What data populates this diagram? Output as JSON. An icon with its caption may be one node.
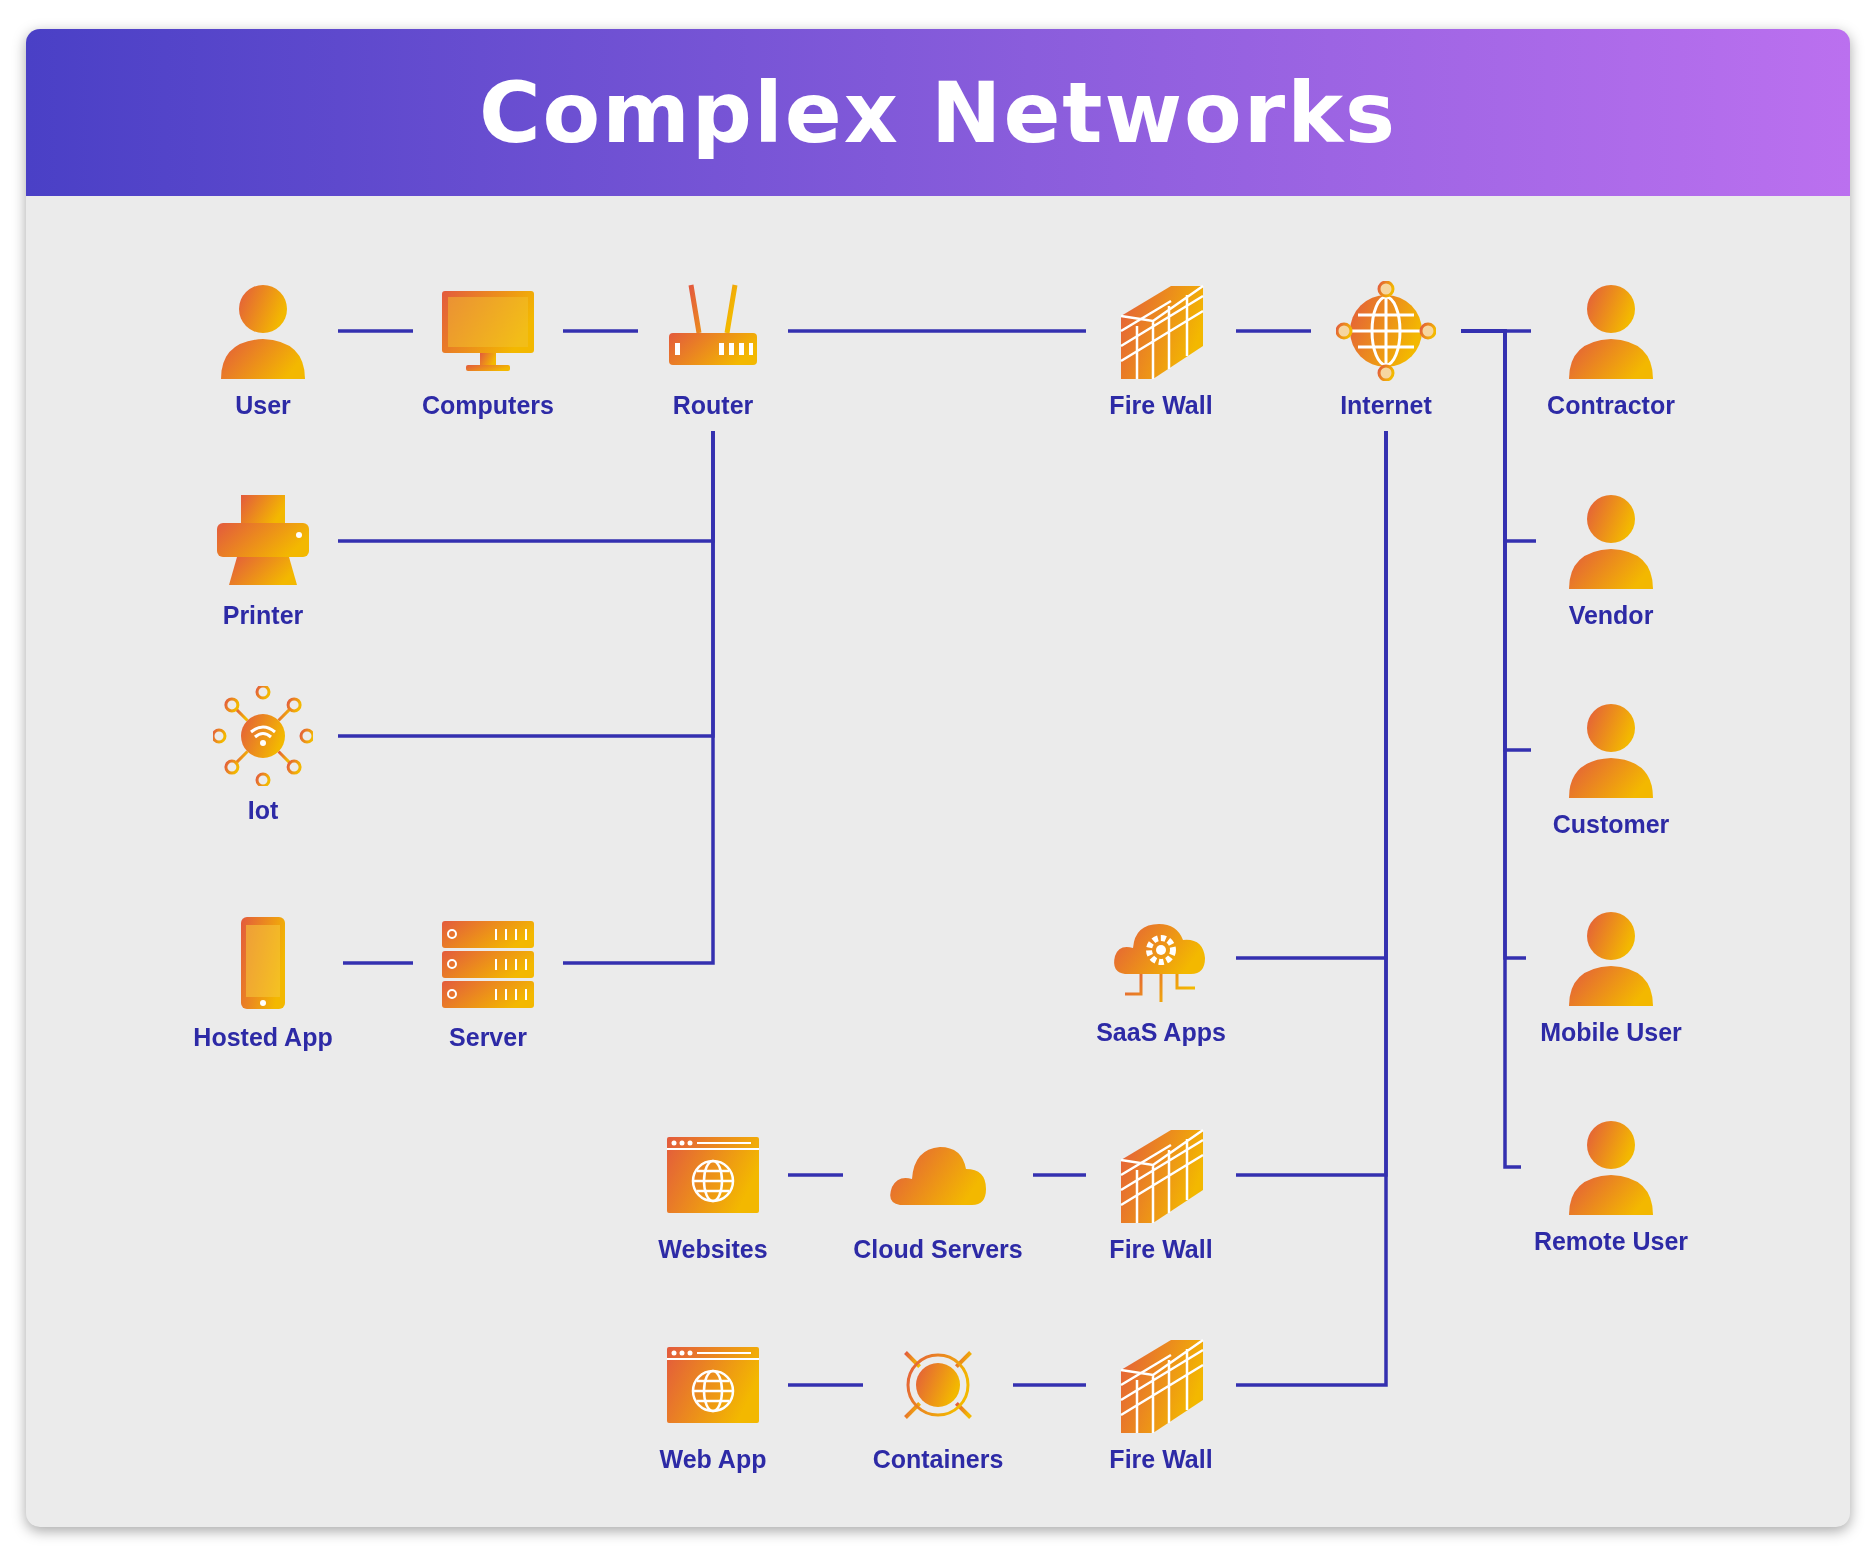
{
  "diagram": {
    "title": "Complex Networks",
    "nodes": [
      {
        "text": [
          "User"
        ]
      },
      {
        "text": [
          "Computers"
        ]
      },
      {
        "text": [
          "Router"
        ]
      },
      {
        "text": [
          "Fire Wall"
        ]
      },
      {
        "text": [
          "Internet"
        ]
      },
      {
        "text": [
          "Contractor"
        ]
      },
      {
        "text": [
          "Printer"
        ]
      },
      {
        "text": [
          "Vendor"
        ]
      },
      {
        "text": [
          "Iot"
        ]
      },
      {
        "text": [
          "Customer"
        ]
      },
      {
        "text": [
          "Hosted App"
        ]
      },
      {
        "text": [
          "Server"
        ]
      },
      {
        "text": [
          "SaaS Apps"
        ]
      },
      {
        "text": [
          "Mobile User"
        ]
      },
      {
        "text": [
          "Websites"
        ]
      },
      {
        "text": [
          "Cloud Servers"
        ]
      },
      {
        "text": [
          "Fire Wall"
        ]
      },
      {
        "text": [
          "Remote User"
        ]
      },
      {
        "text": [
          "Web App"
        ]
      },
      {
        "text": [
          "Containers"
        ]
      },
      {
        "text": [
          "Fire Wall"
        ]
      }
    ],
    "edges": [
      {
        "from": 0,
        "to": 1,
        "arrow": "none"
      },
      {
        "from": 1,
        "to": 2,
        "arrow": "none"
      },
      {
        "from": 2,
        "to": 3,
        "arrow": "none"
      },
      {
        "from": 3,
        "to": 4,
        "arrow": "none"
      },
      {
        "from": 4,
        "to": 5,
        "arrow": "none"
      },
      {
        "from": 4,
        "to": 7,
        "arrow": "none"
      },
      {
        "from": 4,
        "to": 9,
        "arrow": "none"
      },
      {
        "from": 4,
        "to": 13,
        "arrow": "none"
      },
      {
        "from": 4,
        "to": 17,
        "arrow": "none"
      },
      {
        "from": 2,
        "to": 6,
        "arrow": "none"
      },
      {
        "from": 2,
        "to": 8,
        "arrow": "none"
      },
      {
        "from": 2,
        "to": 11,
        "arrow": "none"
      },
      {
        "from": 10,
        "to": 11,
        "arrow": "none"
      },
      {
        "from": 4,
        "to": 12,
        "arrow": "none"
      },
      {
        "from": 4,
        "to": 16,
        "arrow": "none"
      },
      {
        "from": 4,
        "to": 20,
        "arrow": "none"
      },
      {
        "from": 14,
        "to": 15,
        "arrow": "none"
      },
      {
        "from": 15,
        "to": 16,
        "arrow": "none"
      },
      {
        "from": 18,
        "to": 19,
        "arrow": "none"
      },
      {
        "from": 19,
        "to": 20,
        "arrow": "none"
      }
    ]
  }
}
